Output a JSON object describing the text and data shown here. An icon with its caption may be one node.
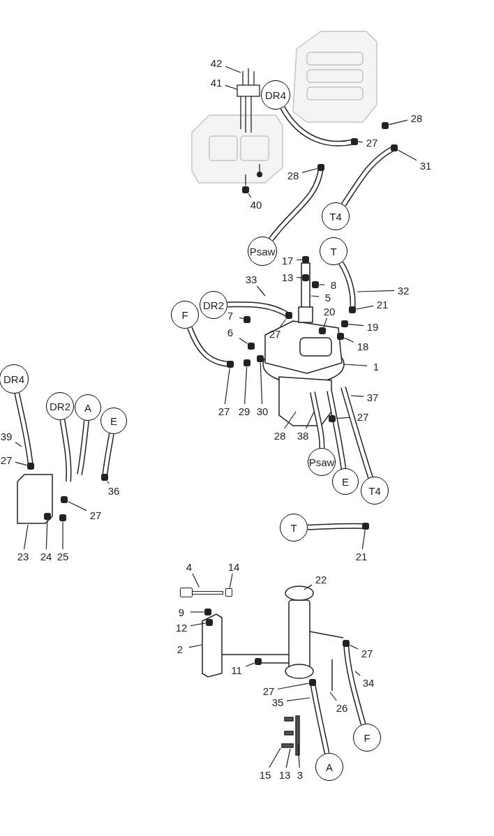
{
  "diagram": {
    "nodes": [
      {
        "text": [
          "42"
        ]
      },
      {
        "text": [
          "41"
        ]
      },
      {
        "text": [
          "DR4"
        ]
      },
      {
        "text": [
          "28"
        ]
      },
      {
        "text": [
          "27"
        ]
      },
      {
        "text": [
          "31"
        ]
      },
      {
        "text": [
          "28"
        ]
      },
      {
        "text": [
          "40"
        ]
      },
      {
        "text": [
          "T4"
        ]
      },
      {
        "text": [
          "Psaw"
        ]
      },
      {
        "text": [
          "T"
        ]
      },
      {
        "text": [
          "17"
        ]
      },
      {
        "text": [
          "13"
        ]
      },
      {
        "text": [
          "8"
        ]
      },
      {
        "text": [
          "33"
        ]
      },
      {
        "text": [
          "32"
        ]
      },
      {
        "text": [
          "5"
        ]
      },
      {
        "text": [
          "DR2"
        ]
      },
      {
        "text": [
          "20"
        ]
      },
      {
        "text": [
          "21"
        ]
      },
      {
        "text": [
          "F"
        ]
      },
      {
        "text": [
          "27"
        ]
      },
      {
        "text": [
          "7"
        ]
      },
      {
        "text": [
          "19"
        ]
      },
      {
        "text": [
          "6"
        ]
      },
      {
        "text": [
          "18"
        ]
      },
      {
        "text": [
          "1"
        ]
      },
      {
        "text": [
          "37"
        ]
      },
      {
        "text": [
          "27"
        ]
      },
      {
        "text": [
          "27"
        ]
      },
      {
        "text": [
          "29"
        ]
      },
      {
        "text": [
          "30"
        ]
      },
      {
        "text": [
          "28"
        ]
      },
      {
        "text": [
          "38"
        ]
      },
      {
        "text": [
          "Psaw"
        ]
      },
      {
        "text": [
          "E"
        ]
      },
      {
        "text": [
          "T4"
        ]
      },
      {
        "text": [
          "DR4"
        ]
      },
      {
        "text": [
          "DR2"
        ]
      },
      {
        "text": [
          "A"
        ]
      },
      {
        "text": [
          "E"
        ]
      },
      {
        "text": [
          "39"
        ]
      },
      {
        "text": [
          "27"
        ]
      },
      {
        "text": [
          "36"
        ]
      },
      {
        "text": [
          "27"
        ]
      },
      {
        "text": [
          "23"
        ]
      },
      {
        "text": [
          "24"
        ]
      },
      {
        "text": [
          "25"
        ]
      },
      {
        "text": [
          "T"
        ]
      },
      {
        "text": [
          "21"
        ]
      },
      {
        "text": [
          "4"
        ]
      },
      {
        "text": [
          "14"
        ]
      },
      {
        "text": [
          "22"
        ]
      },
      {
        "text": [
          "9"
        ]
      },
      {
        "text": [
          "12"
        ]
      },
      {
        "text": [
          "2"
        ]
      },
      {
        "text": [
          "11"
        ]
      },
      {
        "text": [
          "27"
        ]
      },
      {
        "text": [
          "34"
        ]
      },
      {
        "text": [
          "27"
        ]
      },
      {
        "text": [
          "35"
        ]
      },
      {
        "text": [
          "26"
        ]
      },
      {
        "text": [
          "F"
        ]
      },
      {
        "text": [
          "15"
        ]
      },
      {
        "text": [
          "13"
        ]
      },
      {
        "text": [
          "3"
        ]
      },
      {
        "text": [
          "A"
        ]
      },
      {
        "text": [],
        "shape": "box"
      },
      {
        "text": [],
        "shape": "box"
      },
      {
        "text": [],
        "shape": "box"
      },
      {
        "text": [],
        "shape": "box"
      },
      {
        "text": [],
        "shape": "box"
      },
      {
        "text": [],
        "shape": "box"
      },
      {
        "text": [],
        "shape": "box"
      },
      {
        "text": [],
        "shape": "box"
      },
      {
        "text": [],
        "shape": "box"
      },
      {
        "text": [],
        "shape": "box"
      },
      {
        "text": [],
        "shape": "box"
      },
      {
        "text": [],
        "shape": "box"
      },
      {
        "text": [],
        "shape": "box"
      },
      {
        "text": [],
        "shape": "box"
      },
      {
        "text": [],
        "shape": "box"
      },
      {
        "text": [],
        "shape": "box"
      },
      {
        "text": [],
        "shape": "box"
      },
      {
        "text": [],
        "shape": "box"
      },
      {
        "text": [],
        "shape": "box"
      },
      {
        "text": [],
        "shape": "box"
      },
      {
        "text": [],
        "shape": "box"
      },
      {
        "text": [],
        "shape": "box"
      },
      {
        "text": [],
        "shape": "box"
      },
      {
        "text": [],
        "shape": "box"
      },
      {
        "text": [],
        "shape": "box"
      },
      {
        "text": [],
        "shape": "box"
      },
      {
        "text": [],
        "shape": "box"
      },
      {
        "text": [],
        "shape": "box"
      },
      {
        "text": [],
        "shape": "box"
      },
      {
        "text": [],
        "shape": "box"
      },
      {
        "text": [],
        "shape": "picture"
      },
      {
        "text": [],
        "shape": "box"
      }
    ],
    "edges": [
      {
        "from": 0,
        "to": null,
        "arrow": "none"
      },
      {
        "from": 1,
        "to": null,
        "arrow": "none"
      },
      {
        "from": 3,
        "to": 67,
        "arrow": "none"
      },
      {
        "from": 4,
        "to": 68,
        "arrow": "none"
      },
      {
        "from": 5,
        "to": 69,
        "arrow": "none"
      },
      {
        "from": 6,
        "to": 70,
        "arrow": "none"
      },
      {
        "from": 7,
        "to": 71,
        "arrow": "none"
      },
      {
        "from": 11,
        "to": 72,
        "arrow": "none"
      },
      {
        "from": 12,
        "to": 73,
        "arrow": "none"
      },
      {
        "from": 13,
        "to": 74,
        "arrow": "none"
      },
      {
        "from": 14,
        "to": null,
        "arrow": "none"
      },
      {
        "from": 15,
        "to": null,
        "arrow": "none"
      },
      {
        "from": 16,
        "to": null,
        "arrow": "none"
      },
      {
        "from": 18,
        "to": 75,
        "arrow": "none"
      },
      {
        "from": 19,
        "to": 76,
        "arrow": "none"
      },
      {
        "from": 21,
        "to": 77,
        "arrow": "none"
      },
      {
        "from": 22,
        "to": 78,
        "arrow": "none"
      },
      {
        "from": 23,
        "to": 79,
        "arrow": "none"
      },
      {
        "from": 24,
        "to": 80,
        "arrow": "none"
      },
      {
        "from": 25,
        "to": 81,
        "arrow": "none"
      },
      {
        "from": 26,
        "to": null,
        "arrow": "none"
      },
      {
        "from": 27,
        "to": null,
        "arrow": "none"
      },
      {
        "from": 28,
        "to": 82,
        "arrow": "none"
      },
      {
        "from": 29,
        "to": 83,
        "arrow": "none"
      },
      {
        "from": 30,
        "to": 84,
        "arrow": "none"
      },
      {
        "from": 31,
        "to": 85,
        "arrow": "none"
      },
      {
        "from": 32,
        "to": null,
        "arrow": "none"
      },
      {
        "from": 33,
        "to": null,
        "arrow": "none"
      },
      {
        "from": 41,
        "to": null,
        "arrow": "none"
      },
      {
        "from": 42,
        "to": 86,
        "arrow": "none"
      },
      {
        "from": 43,
        "to": 87,
        "arrow": "none"
      },
      {
        "from": 44,
        "to": 88,
        "arrow": "none"
      },
      {
        "from": 45,
        "to": null,
        "arrow": "none"
      },
      {
        "from": 46,
        "to": 89,
        "arrow": "none"
      },
      {
        "from": 47,
        "to": 90,
        "arrow": "none"
      },
      {
        "from": 49,
        "to": 91,
        "arrow": "none"
      },
      {
        "from": 50,
        "to": 97,
        "arrow": "none"
      },
      {
        "from": 51,
        "to": 98,
        "arrow": "none"
      },
      {
        "from": 52,
        "to": null,
        "arrow": "none"
      },
      {
        "from": 53,
        "to": 92,
        "arrow": "none"
      },
      {
        "from": 54,
        "to": 93,
        "arrow": "none"
      },
      {
        "from": 55,
        "to": null,
        "arrow": "none"
      },
      {
        "from": 56,
        "to": 94,
        "arrow": "none"
      },
      {
        "from": 57,
        "to": 95,
        "arrow": "none"
      },
      {
        "from": 58,
        "to": null,
        "arrow": "none"
      },
      {
        "from": 59,
        "to": 96,
        "arrow": "none"
      },
      {
        "from": 60,
        "to": null,
        "arrow": "none"
      },
      {
        "from": 61,
        "to": null,
        "arrow": "none"
      },
      {
        "from": 63,
        "to": null,
        "arrow": "none"
      },
      {
        "from": 64,
        "to": null,
        "arrow": "none"
      },
      {
        "from": 65,
        "to": null,
        "arrow": "none"
      },
      {
        "from": 2,
        "to": 68,
        "arrow": "none",
        "style": "thick"
      },
      {
        "from": 8,
        "to": 69,
        "arrow": "none",
        "style": "thick"
      },
      {
        "from": 9,
        "to": 70,
        "arrow": "none",
        "style": "thick"
      },
      {
        "from": 10,
        "to": 76,
        "arrow": "none",
        "style": "thick"
      },
      {
        "from": 17,
        "to": 77,
        "arrow": "none",
        "style": "thick"
      },
      {
        "from": 20,
        "to": 83,
        "arrow": "none",
        "style": "thick"
      },
      {
        "from": 34,
        "to": null,
        "arrow": "none",
        "style": "thick"
      },
      {
        "from": 35,
        "to": null,
        "arrow": "none",
        "style": "thick"
      },
      {
        "from": 36,
        "to": null,
        "arrow": "none",
        "style": "thick"
      },
      {
        "from": 37,
        "to": 86,
        "arrow": "none",
        "style": "thick"
      },
      {
        "from": 38,
        "to": null,
        "arrow": "none",
        "style": "thick"
      },
      {
        "from": 39,
        "to": null,
        "arrow": "none",
        "style": "thick"
      },
      {
        "from": 40,
        "to": 87,
        "arrow": "none",
        "style": "thick"
      },
      {
        "from": 48,
        "to": 91,
        "arrow": "none",
        "style": "thick"
      },
      {
        "from": 62,
        "to": 95,
        "arrow": "none",
        "style": "thick"
      },
      {
        "from": 66,
        "to": 96,
        "arrow": "none",
        "style": "thick"
      }
    ]
  }
}
